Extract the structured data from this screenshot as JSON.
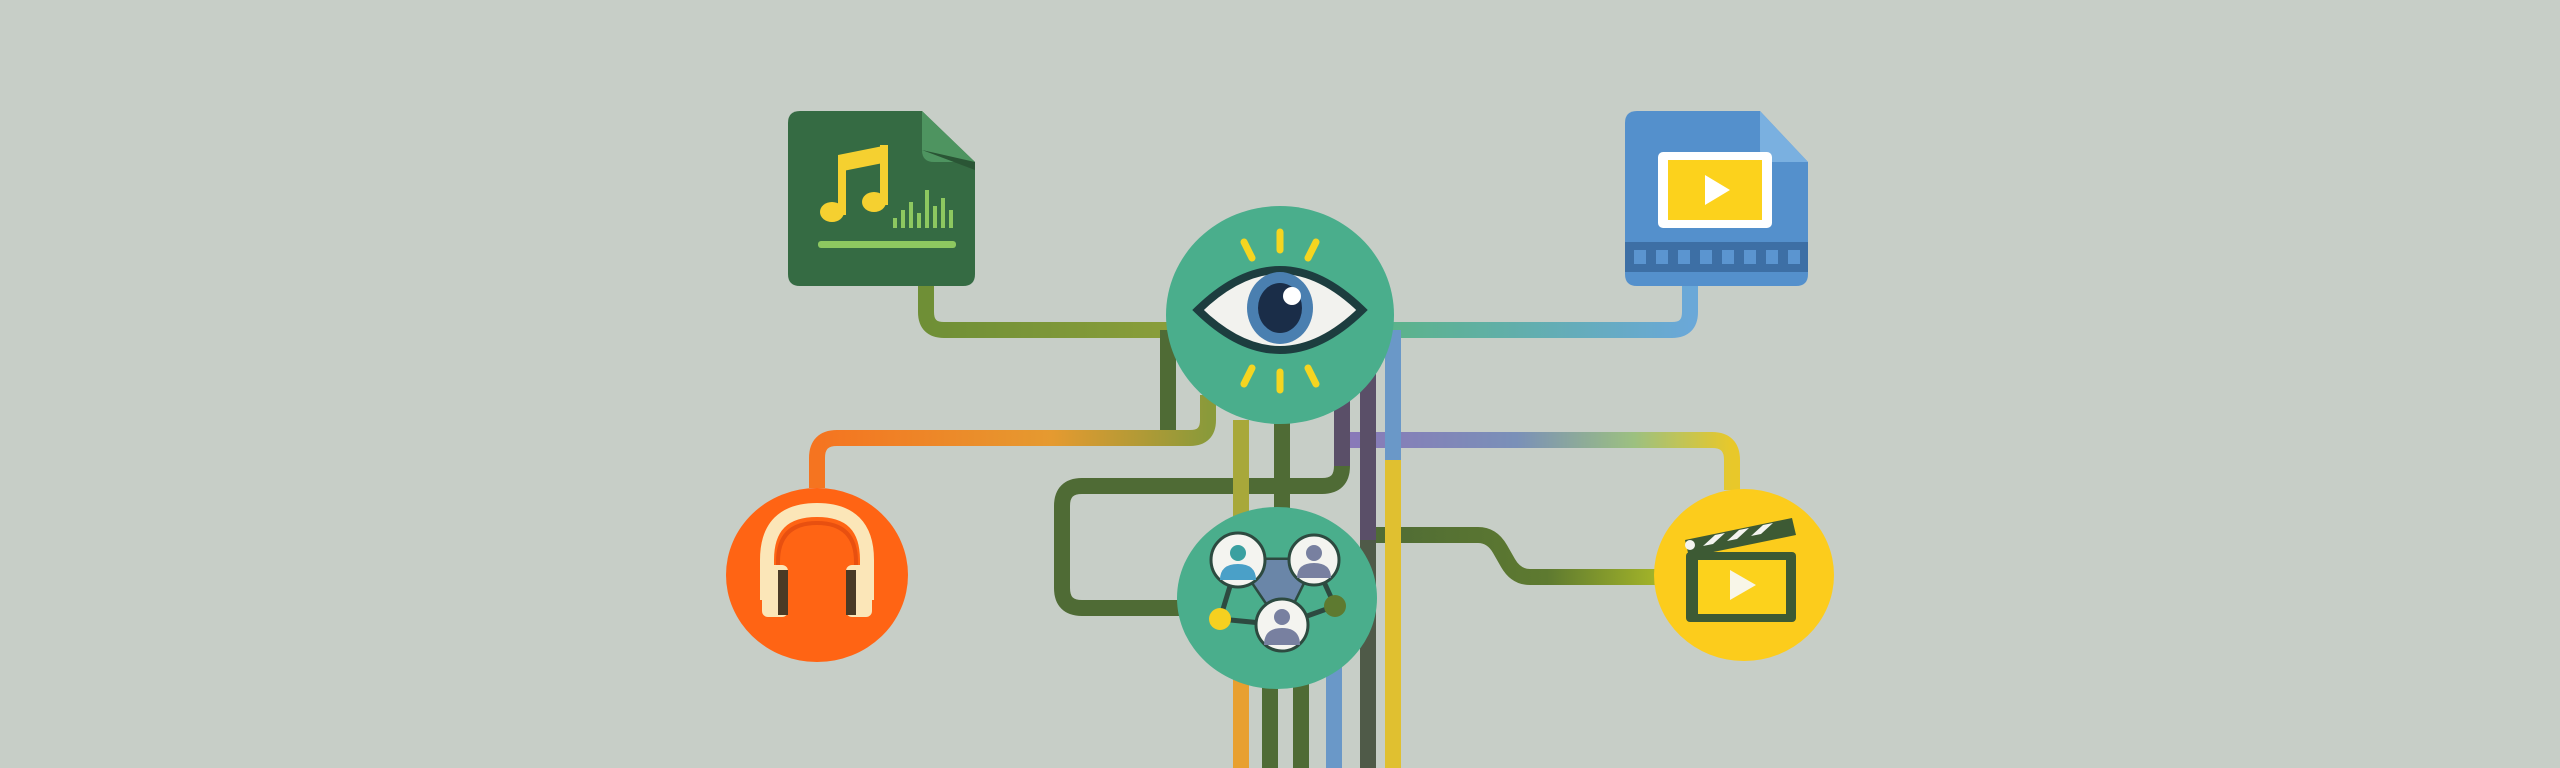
{
  "colors": {
    "background": "#c7cec7",
    "teal_node": "#4aae8c",
    "music_file": "#356b43",
    "video_file": "#5490cc",
    "headphones_node": "#ff6414",
    "clapper_node": "#fccc1c",
    "line_green": "#4f6b35",
    "line_olive": "#7f9a3a",
    "line_orange": "#f07a26",
    "line_purple": "#8a7ab5",
    "line_blue": "#6aa8d8",
    "line_yellow": "#e0c530"
  },
  "nodes": [
    {
      "id": "music-file",
      "icon": "music-file-icon"
    },
    {
      "id": "video-file",
      "icon": "video-file-icon"
    },
    {
      "id": "eye",
      "icon": "eye-icon"
    },
    {
      "id": "headphones",
      "icon": "headphones-icon"
    },
    {
      "id": "network",
      "icon": "user-network-icon"
    },
    {
      "id": "clapper",
      "icon": "clapperboard-icon"
    }
  ]
}
